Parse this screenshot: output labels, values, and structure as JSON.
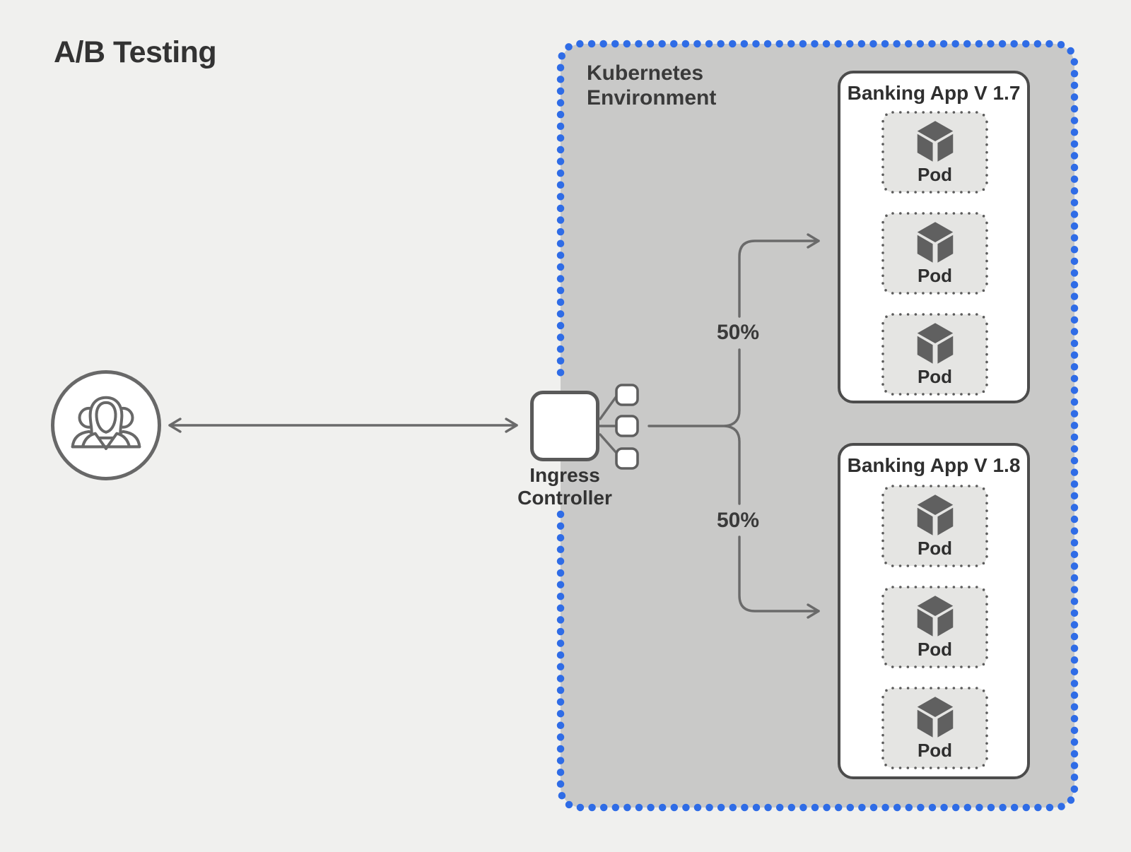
{
  "diagram": {
    "title": "A/B Testing"
  },
  "ingress": {
    "label": "Ingress Controller"
  },
  "traffic": {
    "to_v17_percent": "50%",
    "to_v18_percent": "50%"
  },
  "kubernetes": {
    "label": "Kubernetes Environment",
    "apps": [
      {
        "title": "Banking App V 1.7",
        "pods": [
          "Pod",
          "Pod",
          "Pod"
        ]
      },
      {
        "title": "Banking App V 1.8",
        "pods": [
          "Pod",
          "Pod",
          "Pod"
        ]
      }
    ]
  },
  "colors": {
    "page_background": "#f0f0ee",
    "kubernetes_fill": "#c9c9c8",
    "kubernetes_dot_border": "#2f6ce6",
    "pod_fill": "#e5e5e3",
    "node_fill": "#ffffff",
    "connector": "#6a6a6a",
    "text": "#3a3a3a"
  }
}
